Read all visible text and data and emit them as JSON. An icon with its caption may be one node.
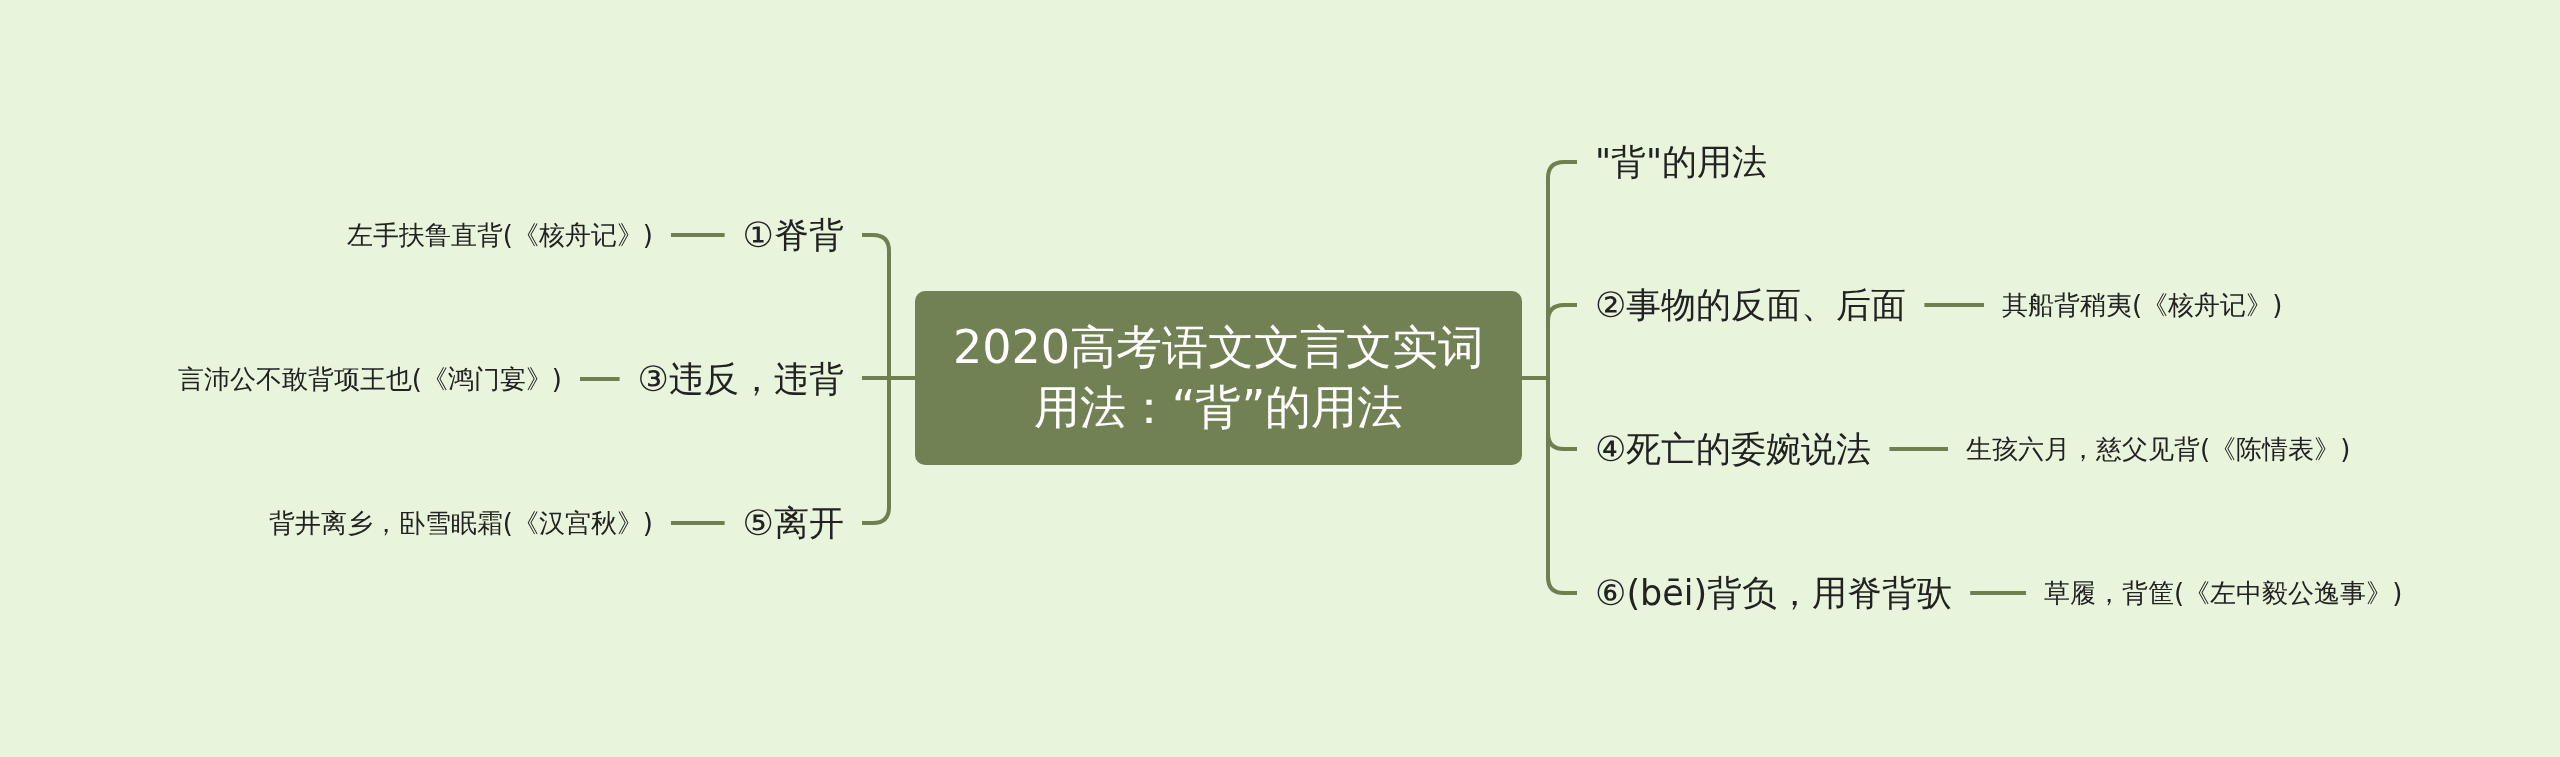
{
  "diagram": {
    "nodes": [
      {
        "text": [
          "2020高考语文文言文实词用法：“背”的用法"
        ]
      },
      {
        "text": [
          "\"背\"的用法"
        ]
      },
      {
        "text": [
          "②事物的反面、后面"
        ]
      },
      {
        "text": [
          "其船背稍夷(《核舟记》)"
        ]
      },
      {
        "text": [
          "④死亡的委婉说法"
        ]
      },
      {
        "text": [
          "生孩六月，慈父见背(《陈情表》)"
        ]
      },
      {
        "text": [
          "⑥(bēi)背负，用脊背驮"
        ]
      },
      {
        "text": [
          "草履，背筐(《左中毅公逸事》)"
        ]
      },
      {
        "text": [
          "①脊背"
        ]
      },
      {
        "text": [
          "左手扶鲁直背(《核舟记》)"
        ]
      },
      {
        "text": [
          "③违反，违背"
        ]
      },
      {
        "text": [
          "言沛公不敢背项王也(《鸿门宴》)"
        ]
      },
      {
        "text": [
          "⑤离开"
        ]
      },
      {
        "text": [
          "背井离乡，卧雪眠霜(《汉宫秋》)"
        ]
      }
    ],
    "edges": [
      {
        "from": 0,
        "to": 1,
        "arrow": "none"
      },
      {
        "from": 0,
        "to": 2,
        "arrow": "none"
      },
      {
        "from": 2,
        "to": 3,
        "arrow": "none"
      },
      {
        "from": 0,
        "to": 4,
        "arrow": "none"
      },
      {
        "from": 4,
        "to": 5,
        "arrow": "none"
      },
      {
        "from": 0,
        "to": 6,
        "arrow": "none"
      },
      {
        "from": 6,
        "to": 7,
        "arrow": "none"
      },
      {
        "from": 0,
        "to": 8,
        "arrow": "none"
      },
      {
        "from": 8,
        "to": 9,
        "arrow": "none"
      },
      {
        "from": 0,
        "to": 10,
        "arrow": "none"
      },
      {
        "from": 10,
        "to": 11,
        "arrow": "none"
      },
      {
        "from": 0,
        "to": 12,
        "arrow": "none"
      },
      {
        "from": 12,
        "to": 13,
        "arrow": "none"
      }
    ]
  }
}
